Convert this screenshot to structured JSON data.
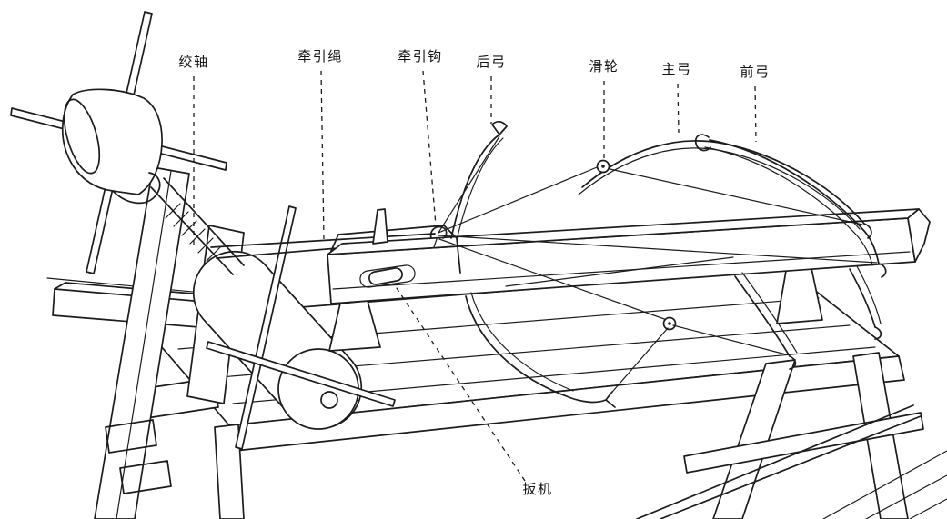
{
  "figure": {
    "background_color": "#ffffff",
    "line_color": "#1c1c1c"
  },
  "labels": [
    {
      "name": "winch-axle",
      "text": "绞轴"
    },
    {
      "name": "traction-rope",
      "text": "牵引绳"
    },
    {
      "name": "traction-hook",
      "text": "牵引钩"
    },
    {
      "name": "rear-bow",
      "text": "后弓"
    },
    {
      "name": "pulley",
      "text": "滑轮"
    },
    {
      "name": "main-bow",
      "text": "主弓"
    },
    {
      "name": "front-bow",
      "text": "前弓"
    },
    {
      "name": "trigger",
      "text": "扳机"
    }
  ]
}
